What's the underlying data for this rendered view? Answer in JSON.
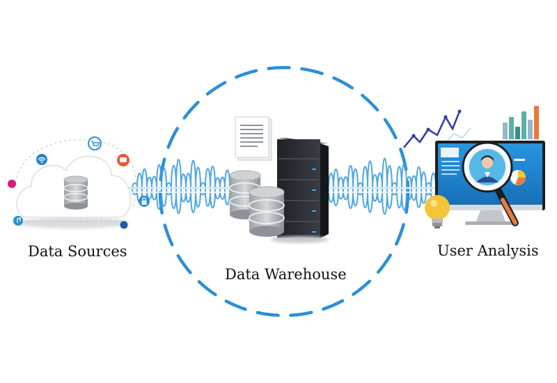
{
  "labels": {
    "sources": "Data Sources",
    "warehouse": "Data Warehouse",
    "analysis": "User Analysis"
  },
  "colors": {
    "accent_blue": "#2a8fd6",
    "wave_blue": "#3d9ee0",
    "server_dark": "#2b2d33",
    "db_gray": "#b9bcc1",
    "monitor_blue": "#1e84d2",
    "bulb_yellow": "#f6c43b",
    "chart_teal": "#5bb0a8",
    "chart_orange": "#e97b3a"
  },
  "icons": [
    "wifi-icon",
    "cart-icon",
    "chat-icon",
    "lock-icon",
    "music-icon",
    "database-icon",
    "server-icon",
    "document-icon",
    "bulb-icon",
    "magnifier-icon",
    "user-avatar-icon",
    "pie-chart-icon",
    "bar-chart-icon",
    "line-chart-icon"
  ]
}
